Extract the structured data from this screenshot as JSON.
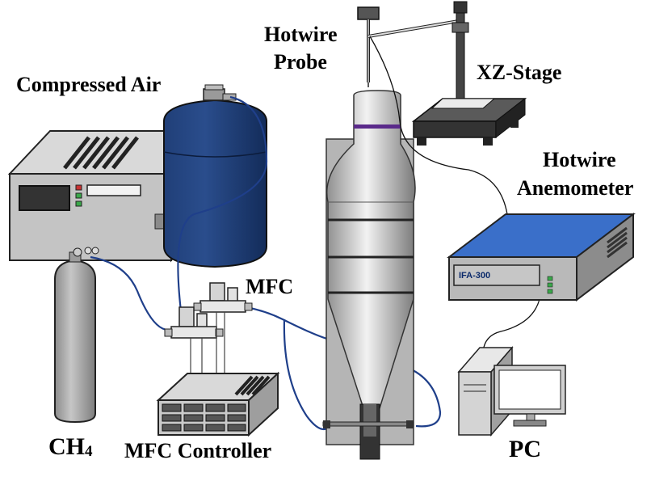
{
  "labels": {
    "compressed_air": "Compressed Air",
    "hotwire_probe_line1": "Hotwire",
    "hotwire_probe_line2": "Probe",
    "xz_stage": "XZ-Stage",
    "hotwire_anemometer_line1": "Hotwire",
    "hotwire_anemometer_line2": "Anemometer",
    "mfc": "MFC",
    "mfc_controller": "MFC Controller",
    "ch4_base": "CH",
    "ch4_subscript": "4",
    "pc": "PC"
  },
  "anemometer_display": "IFA-300",
  "colors": {
    "tank": "#1c3a6e",
    "anemometer_top": "#3a6fc9",
    "tubing": "#1f3f8a",
    "panel_gray": "#b5b5b5",
    "nozzle_band": "#5a2a8a"
  }
}
